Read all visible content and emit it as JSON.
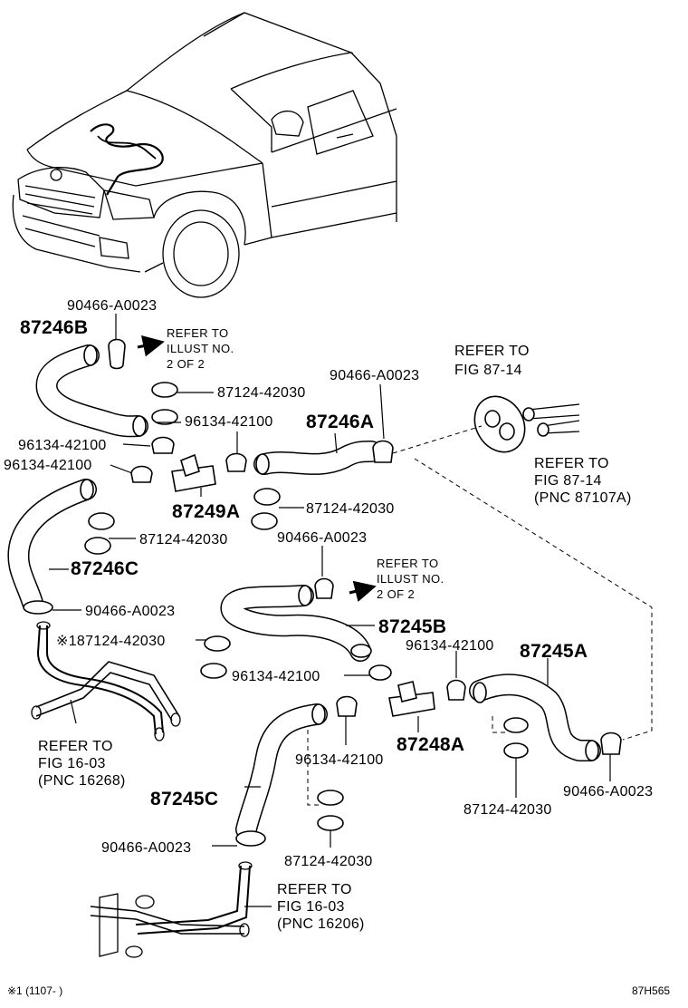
{
  "labels": {
    "p90466_top": "90466-A0023",
    "p87246B": "87246B",
    "refer_illust_1": [
      "REFER TO",
      "ILLUST NO.",
      "2 OF 2"
    ],
    "refer_fig8714_top": [
      "REFER TO",
      "FIG 87-14"
    ],
    "p87124_a": "87124-42030",
    "p90466_mid": "90466-A0023",
    "p96134_a": "96134-42100",
    "p87246A": "87246A",
    "p96134_b": "96134-42100",
    "p96134_c": "96134-42100",
    "refer_fig8714_bot": [
      "REFER TO",
      "FIG 87-14",
      "(PNC 87107A)"
    ],
    "p87249A": "87249A",
    "p87124_b": "87124-42030",
    "p87124_c": "87124-42030",
    "p90466_c": "90466-A0023",
    "p87246C": "87246C",
    "refer_illust_2": [
      "REFER TO",
      "ILLUST NO.",
      "2 OF 2"
    ],
    "p90466_d": "90466-A0023",
    "p87124_star": "※187124-42030",
    "p87245B": "87245B",
    "p96134_d": "96134-42100",
    "p87245A": "87245A",
    "p96134_e": "96134-42100",
    "refer_fig1603_a": [
      "REFER TO",
      "FIG 16-03",
      "(PNC 16268)"
    ],
    "p96134_f": "96134-42100",
    "p87248A": "87248A",
    "p87245C": "87245C",
    "p90466_e": "90466-A0023",
    "p87124_d": "87124-42030",
    "p90466_f": "90466-A0023",
    "p87124_e": "87124-42030",
    "refer_fig1603_b": [
      "REFER TO",
      "FIG 16-03",
      "(PNC 16206)"
    ]
  },
  "footer": {
    "note": "※1 (1107-      )",
    "code": "87H565"
  }
}
